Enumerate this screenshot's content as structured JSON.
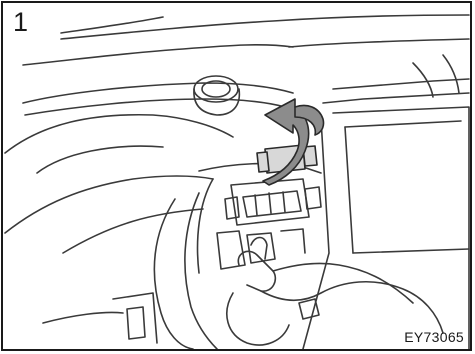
{
  "figure": {
    "step_number": "1",
    "code": "EY73065"
  },
  "colors": {
    "line": "#3a3a3a",
    "arrow_fill": "#8c8c8c",
    "arrow_stroke": "#2a2a2a",
    "background": "#ffffff"
  },
  "icons": {
    "arrow": "curved-release-arrow",
    "clip": "retaining-clip"
  }
}
